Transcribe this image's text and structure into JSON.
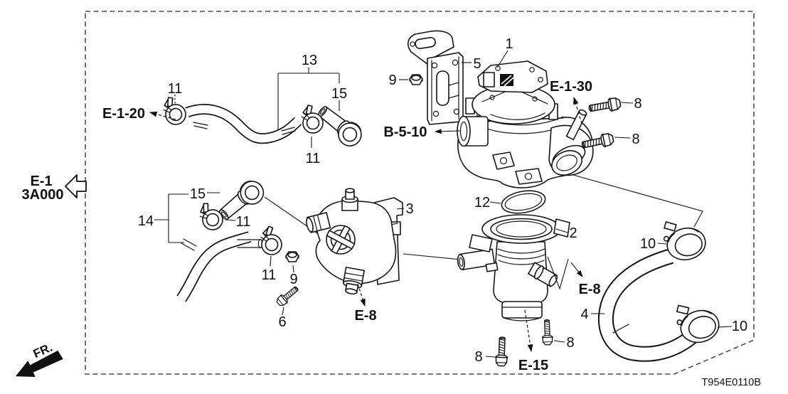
{
  "diagram": {
    "code": "T954E0110B",
    "front_label": "FR."
  },
  "part_numbers": {
    "1": "1",
    "2": "2",
    "3": "3",
    "4": "4",
    "5": "5",
    "6": "6",
    "8": "8",
    "9": "9",
    "10": "10",
    "11": "11",
    "12": "12",
    "13": "13",
    "14": "14",
    "15": "15"
  },
  "reference_labels": {
    "e_1_20": "E-1-20",
    "e_1_row1": "E-1",
    "e_1_row2": "3A000",
    "b_5_10": "B-5-10",
    "e_1_30": "E-1-30",
    "e_8": "E-8",
    "e_15": "E-15"
  }
}
